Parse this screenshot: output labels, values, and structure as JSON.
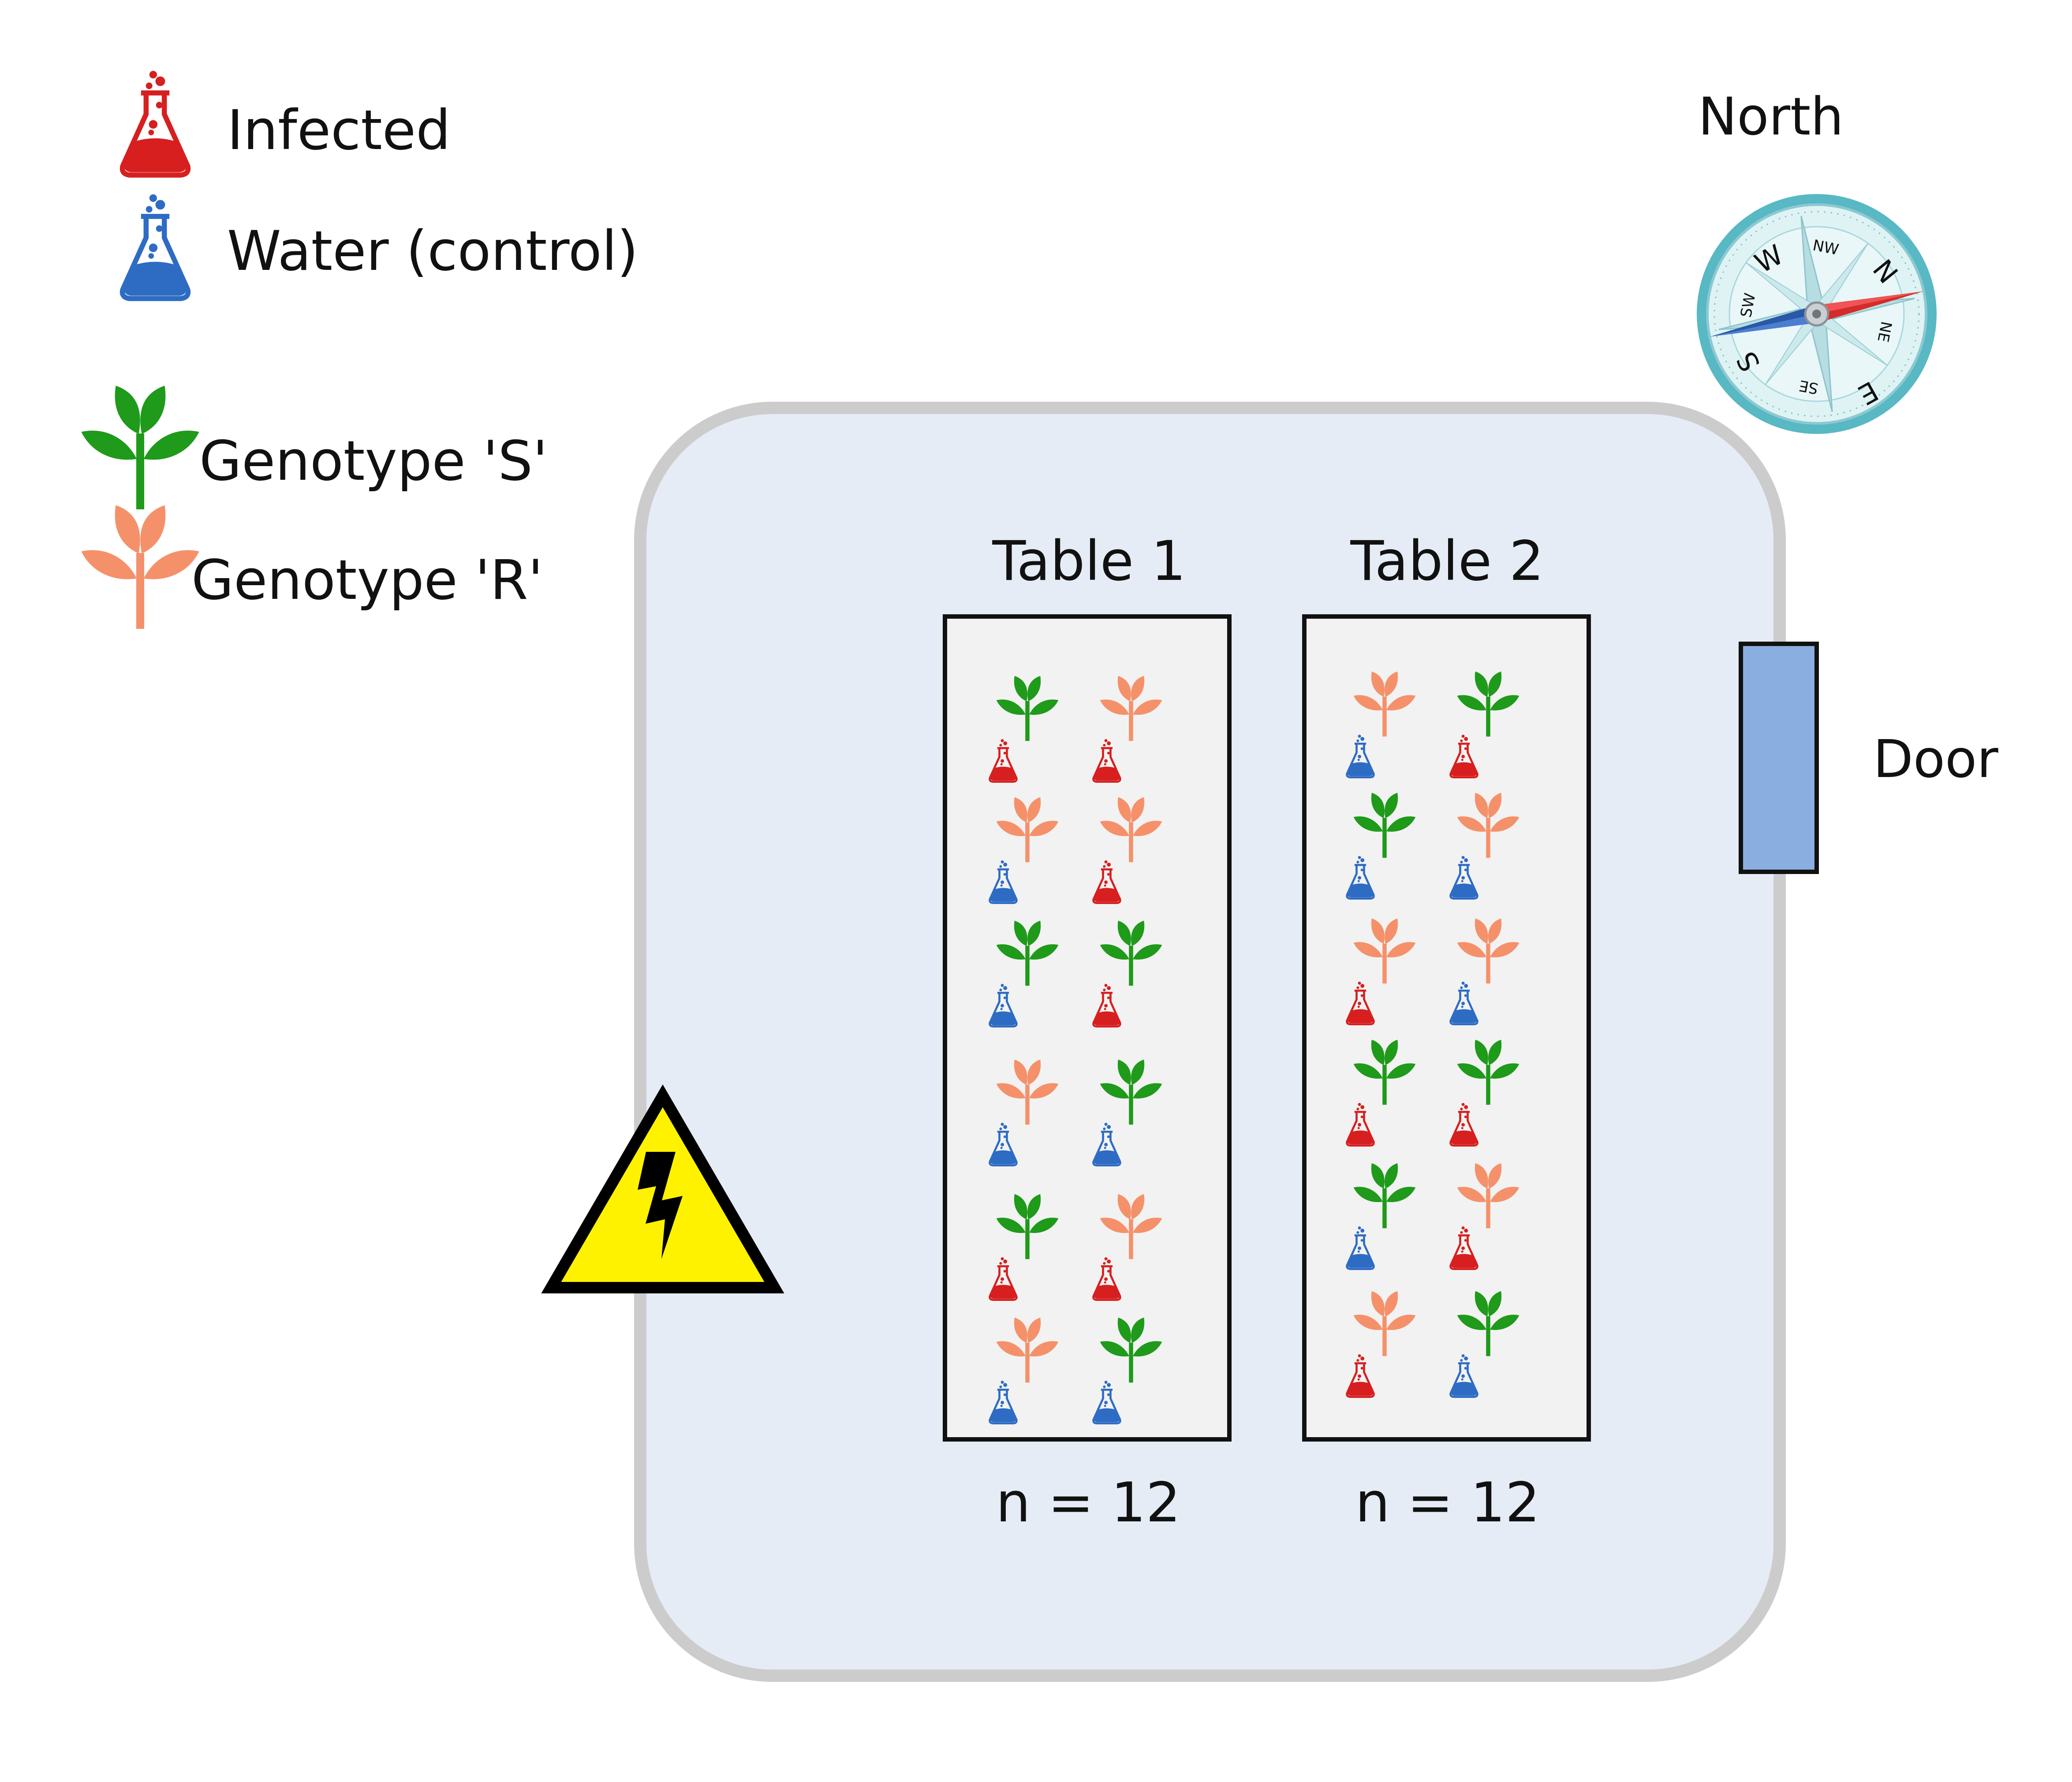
{
  "legend": {
    "infected": "Infected",
    "water": "Water (control)",
    "genotype_s": "Genotype 'S'",
    "genotype_r": "Genotype 'R'"
  },
  "compass": {
    "north_label": "North",
    "cardinals": [
      "N",
      "S",
      "E",
      "W"
    ],
    "intercardinals": [
      "NW",
      "NE",
      "SW",
      "SE"
    ]
  },
  "door_label": "Door",
  "tables": [
    {
      "title": "Table 1",
      "n_label": "n = 12",
      "rows": [
        [
          {
            "genotype": "S",
            "treatment": "infected"
          },
          {
            "genotype": "R",
            "treatment": "infected"
          }
        ],
        [
          {
            "genotype": "R",
            "treatment": "water"
          },
          {
            "genotype": "R",
            "treatment": "infected"
          }
        ],
        [
          {
            "genotype": "S",
            "treatment": "water"
          },
          {
            "genotype": "S",
            "treatment": "infected"
          }
        ],
        [
          {
            "genotype": "R",
            "treatment": "water"
          },
          {
            "genotype": "S",
            "treatment": "water"
          }
        ],
        [
          {
            "genotype": "S",
            "treatment": "infected"
          },
          {
            "genotype": "R",
            "treatment": "infected"
          }
        ],
        [
          {
            "genotype": "R",
            "treatment": "water"
          },
          {
            "genotype": "S",
            "treatment": "water"
          }
        ]
      ]
    },
    {
      "title": "Table 2",
      "n_label": "n = 12",
      "rows": [
        [
          {
            "genotype": "R",
            "treatment": "water"
          },
          {
            "genotype": "S",
            "treatment": "infected"
          }
        ],
        [
          {
            "genotype": "S",
            "treatment": "water"
          },
          {
            "genotype": "R",
            "treatment": "water"
          }
        ],
        [
          {
            "genotype": "R",
            "treatment": "infected"
          },
          {
            "genotype": "R",
            "treatment": "water"
          }
        ],
        [
          {
            "genotype": "S",
            "treatment": "infected"
          },
          {
            "genotype": "S",
            "treatment": "infected"
          }
        ],
        [
          {
            "genotype": "S",
            "treatment": "water"
          },
          {
            "genotype": "R",
            "treatment": "infected"
          }
        ],
        [
          {
            "genotype": "R",
            "treatment": "infected"
          },
          {
            "genotype": "S",
            "treatment": "water"
          }
        ]
      ]
    }
  ],
  "colors": {
    "infected": "#d71f1f",
    "water": "#2e6cc4",
    "genotype_s": "#1f9a1a",
    "genotype_r": "#f5916a",
    "room_fill": "#e6ecf6",
    "room_border": "#cccccc",
    "table_fill": "#f2f2f2",
    "door_fill": "#8aaee0",
    "hazard_fill": "#fff200"
  }
}
